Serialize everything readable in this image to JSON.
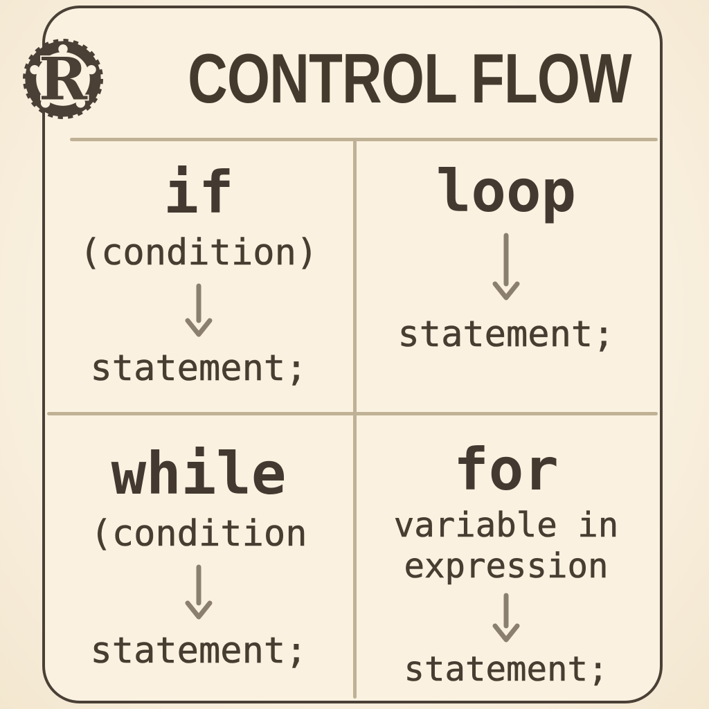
{
  "header": {
    "title": "CONTROL FLOW",
    "logo": "Rust logo (gear with letter R)",
    "logo_letter": "R"
  },
  "colors": {
    "background": "#faf1e0",
    "border": "#4a4036",
    "divider": "#bfb195",
    "title_text": "#443a2e",
    "keyword_text": "#443930",
    "code_text": "#473d31",
    "arrow": "#8b8070"
  },
  "cells": [
    {
      "keyword": "if",
      "lines": [
        "(condition)"
      ],
      "result": "statement;"
    },
    {
      "keyword": "loop",
      "lines": [],
      "result": "statement;"
    },
    {
      "keyword": "while",
      "lines": [
        "(condition"
      ],
      "result": "statement;"
    },
    {
      "keyword": "for",
      "lines": [
        "variable in",
        "expression"
      ],
      "result": "statement;"
    }
  ]
}
